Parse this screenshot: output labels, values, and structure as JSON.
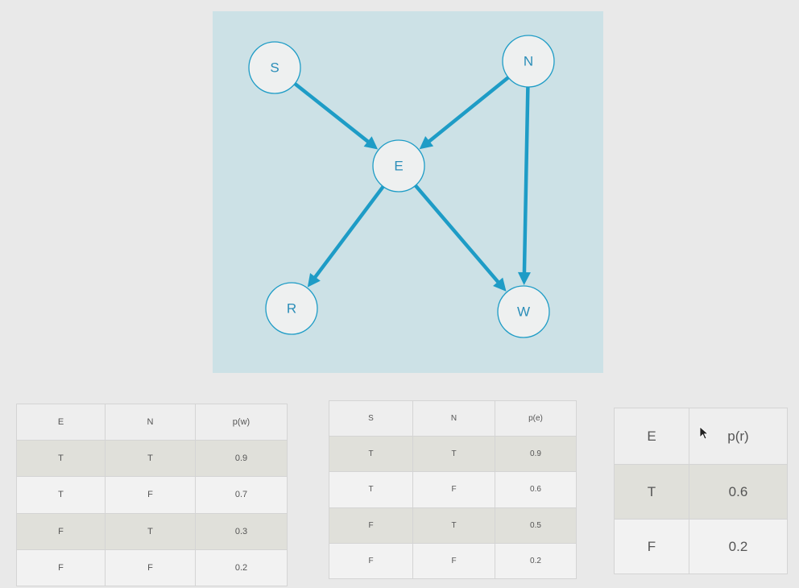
{
  "graph": {
    "nodes": [
      {
        "id": "S",
        "label": "S"
      },
      {
        "id": "N",
        "label": "N"
      },
      {
        "id": "E",
        "label": "E"
      },
      {
        "id": "R",
        "label": "R"
      },
      {
        "id": "W",
        "label": "W"
      }
    ],
    "edges": [
      {
        "from": "S",
        "to": "E"
      },
      {
        "from": "N",
        "to": "E"
      },
      {
        "from": "N",
        "to": "W"
      },
      {
        "from": "E",
        "to": "R"
      },
      {
        "from": "E",
        "to": "W"
      }
    ]
  },
  "table_w": {
    "headers": [
      "E",
      "N",
      "p(w)"
    ],
    "rows": [
      [
        "T",
        "T",
        "0.9"
      ],
      [
        "T",
        "F",
        "0.7"
      ],
      [
        "F",
        "T",
        "0.3"
      ],
      [
        "F",
        "F",
        "0.2"
      ]
    ]
  },
  "table_e": {
    "headers": [
      "S",
      "N",
      "p(e)"
    ],
    "rows": [
      [
        "T",
        "T",
        "0.9"
      ],
      [
        "T",
        "F",
        "0.6"
      ],
      [
        "F",
        "T",
        "0.5"
      ],
      [
        "F",
        "F",
        "0.2"
      ]
    ]
  },
  "table_r": {
    "headers": [
      "E",
      "p(r)"
    ],
    "rows": [
      [
        "T",
        "0.6"
      ],
      [
        "F",
        "0.2"
      ]
    ]
  },
  "colors": {
    "panel": "#cce1e6",
    "edge": "#1e9cc6",
    "node_fill": "#eef0f0",
    "background": "#e9e9e9"
  },
  "icons": {
    "cursor": "mouse-pointer-icon"
  }
}
